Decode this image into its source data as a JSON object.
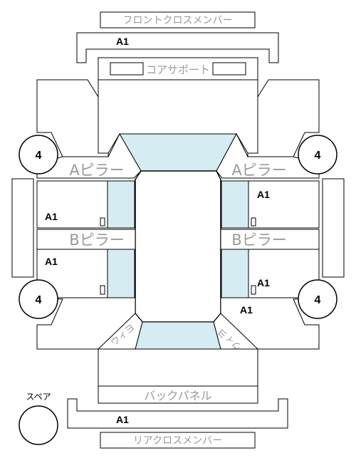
{
  "labels": {
    "front_cross_member": "フロントクロスメンバー",
    "core_support": "コアサポート",
    "a_pillar": "Aピラー",
    "b_pillar": "Bピラー",
    "back_panel": "バックパネル",
    "rear_cross_member": "リアクロスメンバー",
    "spare": "スペア",
    "curved_left": "ウィヨ",
    "curved_right": "ウィヨ"
  },
  "grades": {
    "front_cross": "A1",
    "left_b_upper": "A1",
    "left_b_lower": "A1",
    "right_upper": "A1",
    "right_lower": "A1",
    "right_rear": "A1",
    "rear_cross": "A1"
  },
  "tires": {
    "front_left": "4",
    "front_right": "4",
    "rear_left": "4",
    "rear_right": "4",
    "spare": ""
  },
  "colors": {
    "glass": "#d5ecf2",
    "outline": "#000000",
    "label_gray": "#9a9a9a"
  }
}
